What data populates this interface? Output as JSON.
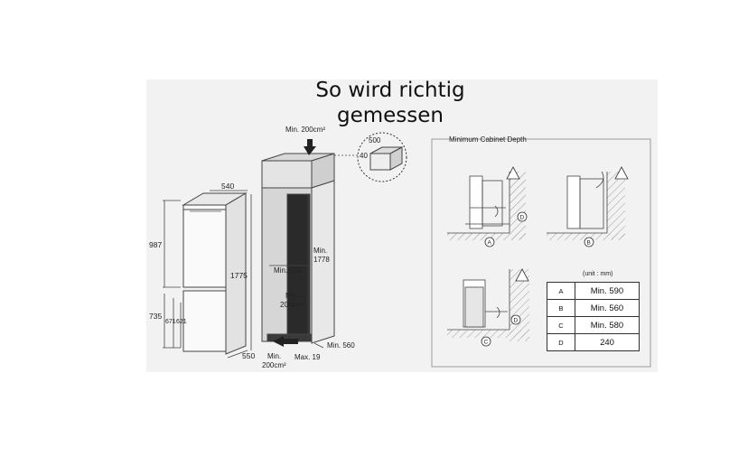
{
  "title": {
    "line1": "So wird richtig",
    "line2": "gemessen"
  },
  "left_fridge": {
    "width_label": "540",
    "top_height": "987",
    "total_height": "1775",
    "bottom_height": "735",
    "inner_1": "671",
    "inner_2": "621",
    "depth_label": "550"
  },
  "niche": {
    "top_vent": "Min. 200cm²",
    "vent_top_box": "500",
    "vent_side_box": "40",
    "inner_width": "Min. 555",
    "min_height_1": "Min.",
    "min_height_2": "1778",
    "mid_vent_1": "Min.",
    "mid_vent_2": "200cm²",
    "bottom_vent_1": "Min.",
    "bottom_vent_2": "200cm²",
    "plinth": "Max. 19",
    "depth": "Min. 560"
  },
  "cabinet_depth": {
    "heading": "Minimum Cabinet Depth",
    "unit": "(unit : mm)",
    "markers": [
      "A",
      "B",
      "C",
      "D"
    ],
    "rows": [
      {
        "key": "A",
        "value": "Min. 590"
      },
      {
        "key": "B",
        "value": "Min. 560"
      },
      {
        "key": "C",
        "value": "Min. 580"
      },
      {
        "key": "D",
        "value": "240"
      }
    ]
  },
  "colors": {
    "panel": "#f2f2f2",
    "line": "#333333",
    "hatch": "#9a9a9a"
  }
}
